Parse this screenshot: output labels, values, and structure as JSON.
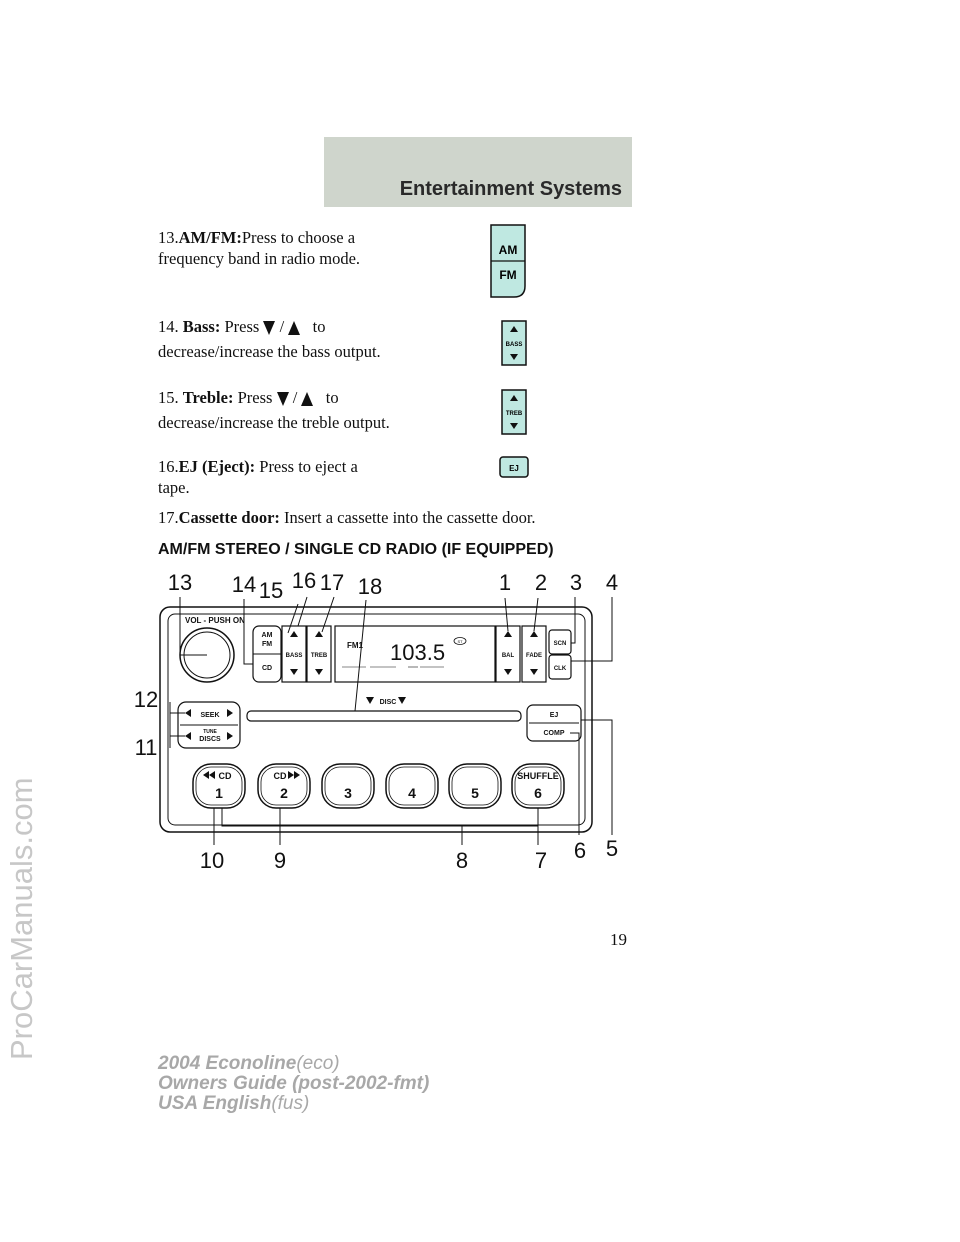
{
  "header": {
    "title": "Entertainment Systems"
  },
  "watermark": "ProCarManuals.com",
  "items": [
    {
      "num": "13.",
      "label": "AM/FM:",
      "text": "Press to choose a",
      "text2": "frequency band in radio mode."
    },
    {
      "num": "14.",
      "label": "Bass:",
      "pre": "Press",
      "sep": "/",
      "post": "to",
      "text2": "decrease/increase the bass output."
    },
    {
      "num": "15.",
      "label": "Treble:",
      "pre": "Press",
      "sep": "/",
      "post": "to",
      "text2": "decrease/increase the treble output."
    },
    {
      "num": "16.",
      "label": "EJ (Eject):",
      "text": "Press to eject a",
      "text2": "tape."
    },
    {
      "num": "17.",
      "label": "Cassette door:",
      "text": "Insert a cassette into the cassette door."
    }
  ],
  "icons": {
    "amfm_top": "AM",
    "amfm_bottom": "FM",
    "bass": "BASS",
    "treb": "TREB",
    "ej": "EJ"
  },
  "section_heading": "AM/FM STEREO / SINGLE CD RADIO (IF EQUIPPED)",
  "radio": {
    "vol_label": "VOL - PUSH ON",
    "am": "AM",
    "fm": "FM",
    "cd": "CD",
    "bass": "BASS",
    "treb": "TREB",
    "bal": "BAL",
    "fade": "FADE",
    "scn": "SCN",
    "clk": "CLK",
    "band": "FM1",
    "frequency": "103.5",
    "st": "ST",
    "disc": "DISC",
    "seek": "SEEK",
    "tune": "TUNE",
    "discs": "DISCS",
    "ej": "EJ",
    "comp": "COMP",
    "preset_labels": [
      "CD",
      "CD",
      "",
      "",
      "",
      "SHUFFLE"
    ],
    "presets": [
      "1",
      "2",
      "3",
      "4",
      "5",
      "6"
    ]
  },
  "callouts": [
    "1",
    "2",
    "3",
    "4",
    "5",
    "6",
    "7",
    "8",
    "9",
    "10",
    "11",
    "12",
    "13",
    "14",
    "15",
    "16",
    "17",
    "18"
  ],
  "page_number": "19",
  "footer": {
    "line1_bold": "2004 Econoline",
    "line1_rest": "(eco)",
    "line2_bold": "Owners Guide (post-2002-fmt)",
    "line3_bold": "USA English",
    "line3_rest": "(fus)"
  }
}
